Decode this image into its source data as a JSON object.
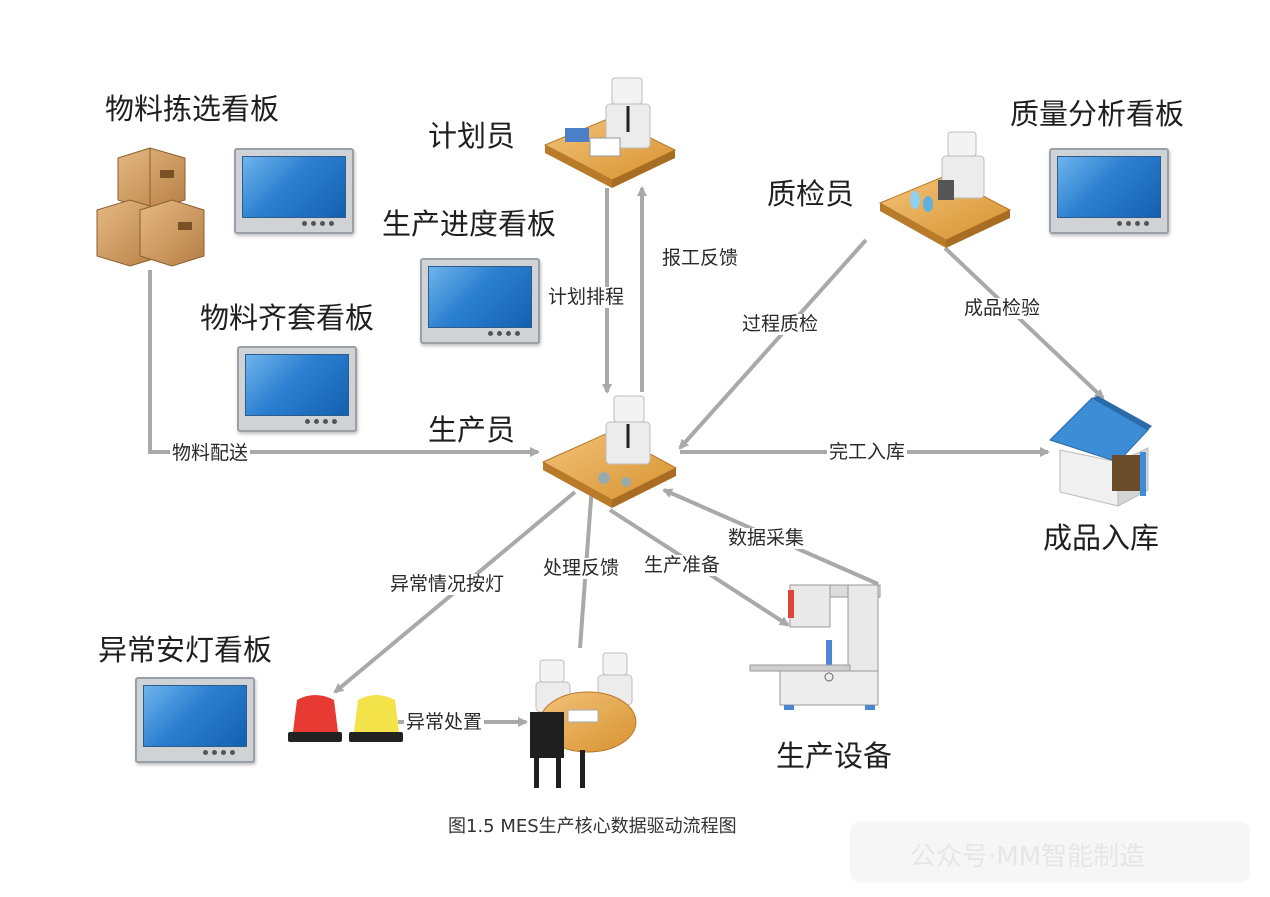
{
  "labels": {
    "material_picking_board": "物料拣选看板",
    "planner": "计划员",
    "production_progress_board": "生产进度看板",
    "material_kitting_board": "物料齐套看板",
    "producer": "生产员",
    "quality_inspector": "质检员",
    "quality_analysis_board": "质量分析看板",
    "finished_storage": "成品入库",
    "andon_board": "异常安灯看板",
    "production_equipment": "生产设备"
  },
  "edges": {
    "plan_schedule": "计划排程",
    "work_report_feedback": "报工反馈",
    "process_qc": "过程质检",
    "product_inspection": "成品检验",
    "material_delivery": "物料配送",
    "completion_storage": "完工入库",
    "data_collection": "数据采集",
    "exception_andon": "异常情况按灯",
    "handling_feedback": "处理反馈",
    "production_prep": "生产准备",
    "exception_handling": "异常处置"
  },
  "caption": "图1.5 MES生产核心数据驱动流程图",
  "watermark": "公众号·MM智能制造",
  "icons": [
    "cardboard-boxes-icon",
    "planner-desk-icon",
    "producer-desk-icon",
    "inspector-desk-icon",
    "warehouse-icon",
    "red-alarm-light-icon",
    "yellow-alarm-light-icon",
    "meeting-table-icon",
    "production-machine-icon",
    "monitor-icon"
  ]
}
